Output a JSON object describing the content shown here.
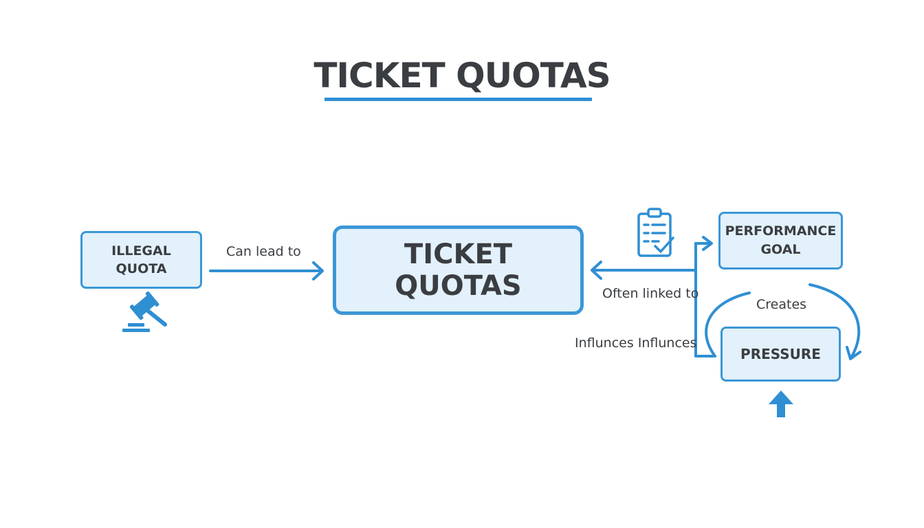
{
  "title": "TICKET QUOTAS",
  "nodes": {
    "illegal_quota": [
      "ILLEGAL",
      "QUOTA"
    ],
    "center": "TICKET QUOTAS",
    "performance_goal": [
      "PERFORMANCE",
      "GOAL"
    ],
    "pressure": "PRESSURE"
  },
  "edges": {
    "can_lead_to": "Can lead to",
    "often_linked_to": "Often linked to",
    "influences": "Influnces  Influnces",
    "creates": "Creates"
  },
  "icons": {
    "gavel": "gavel-icon",
    "clipboard": "clipboard-check-icon",
    "arrow_up": "arrow-up-icon"
  },
  "colors": {
    "accent": "#2f8fd3",
    "box_fill": "#e2f1fb",
    "text": "#3a3d41"
  }
}
